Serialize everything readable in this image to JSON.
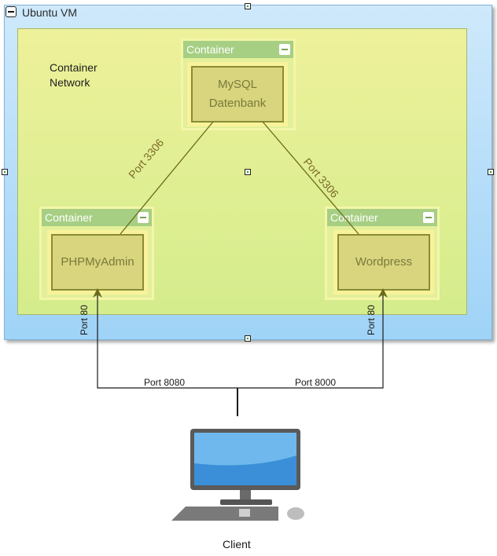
{
  "vm": {
    "title": "Ubuntu VM"
  },
  "network": {
    "label": "Container\nNetwork"
  },
  "containers": [
    {
      "title": "Container",
      "name": "MySQL\nDatenbank"
    },
    {
      "title": "Container",
      "name": "PHPMyAdmin"
    },
    {
      "title": "Container",
      "name": "Wordpress"
    }
  ],
  "connections": {
    "left_db": "Port 3306",
    "right_db": "Port  3306"
  },
  "ports": {
    "phpmyadmin_internal": "Port 80",
    "wordpress_internal": "Port 80",
    "phpmyadmin_host": "Port 8080",
    "wordpress_host": "Port 8000"
  },
  "client": {
    "label": "Client"
  },
  "colors": {
    "vm_fill": "#9fd3f7",
    "network_fill": "#d4ec8c",
    "container_header": "#a6cf83",
    "connector_line": "#6b6a18"
  }
}
